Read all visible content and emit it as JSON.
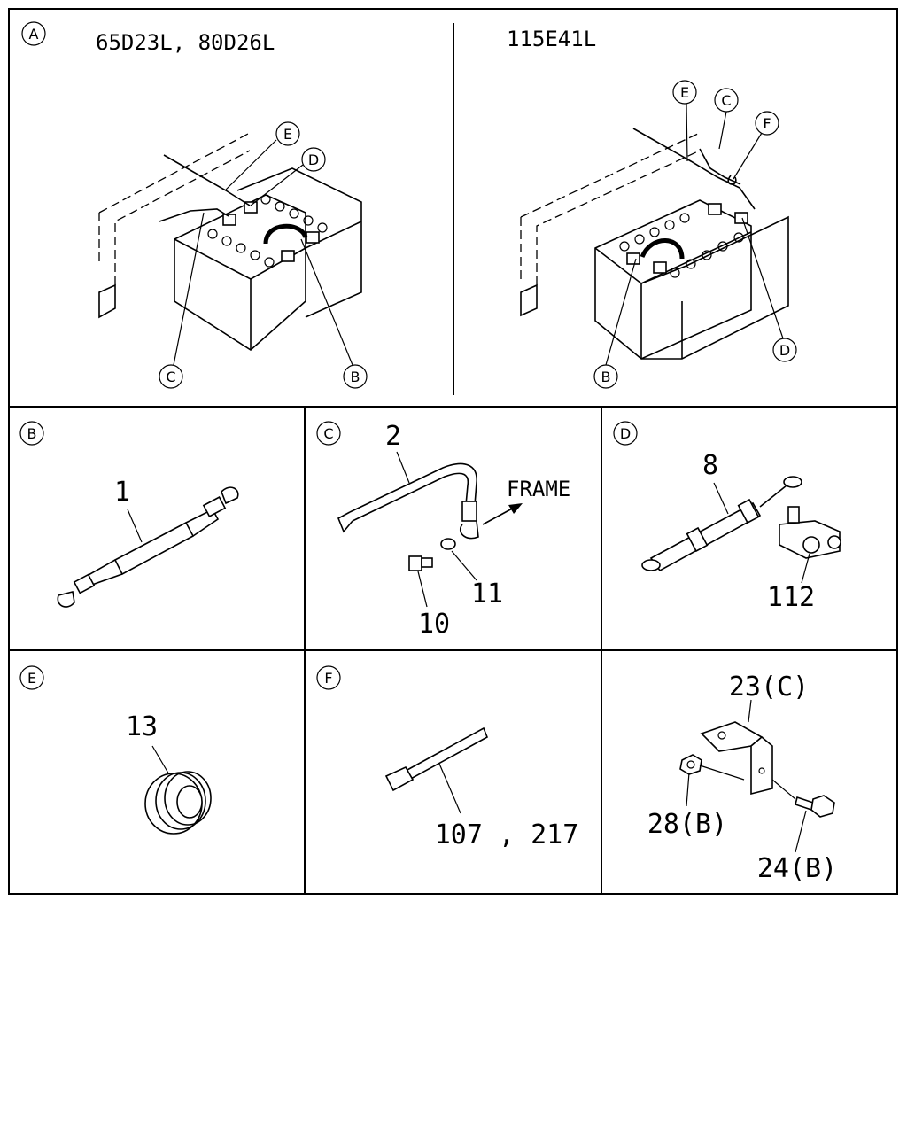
{
  "panels": {
    "a": {
      "letter": "A",
      "left_title": "65D23L, 80D26L",
      "right_title": "115E41L"
    },
    "b": {
      "letter": "B",
      "parts": [
        "1"
      ]
    },
    "c": {
      "letter": "C",
      "parts": [
        "2",
        "10",
        "11"
      ],
      "arrow_label": "FRAME"
    },
    "d": {
      "letter": "D",
      "parts": [
        "8",
        "112"
      ]
    },
    "e": {
      "letter": "E",
      "parts": [
        "13"
      ]
    },
    "f": {
      "letter": "F",
      "parts": [
        "107 , 217"
      ]
    },
    "g": {
      "parts": [
        "23(C)",
        "28(B)",
        "24(B)"
      ]
    }
  },
  "callouts_left": [
    "E",
    "D",
    "C",
    "B"
  ],
  "callouts_right": [
    "E",
    "C",
    "F",
    "B",
    "D"
  ]
}
